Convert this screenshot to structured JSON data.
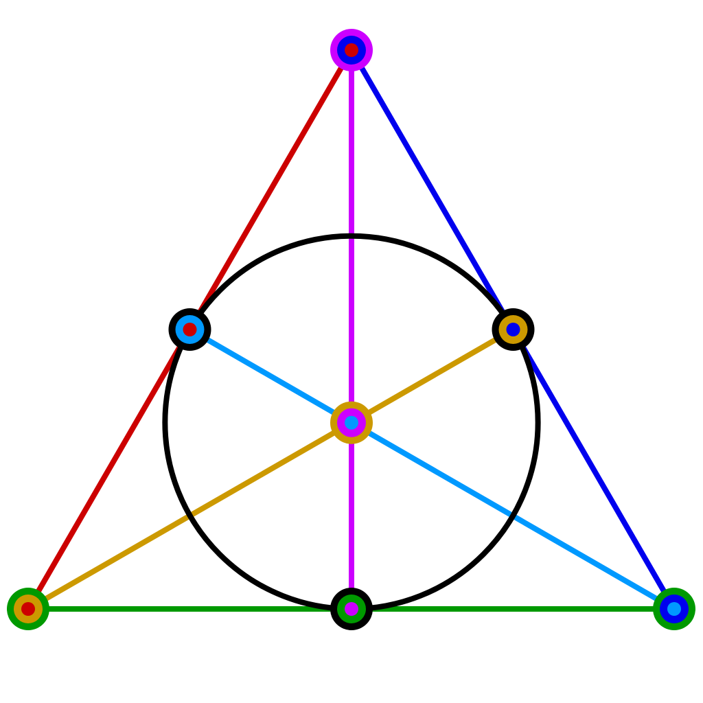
{
  "diagram": {
    "name": "fano-plane",
    "background": "#ffffff",
    "colors": {
      "red": "#cc0000",
      "blue": "#0000ee",
      "green": "#009900",
      "magenta": "#cc00ff",
      "lightblue": "#0099ff",
      "gold": "#cc9900",
      "black": "#000000"
    },
    "points": [
      {
        "id": "apex",
        "ring": "magenta",
        "middle": "blue",
        "center": "red"
      },
      {
        "id": "bottom-left",
        "ring": "green",
        "middle": "gold",
        "center": "red"
      },
      {
        "id": "bottom-right",
        "ring": "green",
        "middle": "blue",
        "center": "lightblue"
      },
      {
        "id": "left-mid",
        "ring": "black",
        "middle": "lightblue",
        "center": "red"
      },
      {
        "id": "right-mid",
        "ring": "black",
        "middle": "gold",
        "center": "blue"
      },
      {
        "id": "bottom-mid",
        "ring": "black",
        "middle": "green",
        "center": "magenta"
      },
      {
        "id": "centroid",
        "ring": "gold",
        "middle": "magenta",
        "center": "lightblue"
      }
    ],
    "lines": [
      {
        "id": "left-side",
        "color": "red",
        "through": [
          "apex",
          "left-mid",
          "bottom-left"
        ]
      },
      {
        "id": "right-side",
        "color": "blue",
        "through": [
          "apex",
          "right-mid",
          "bottom-right"
        ]
      },
      {
        "id": "base",
        "color": "green",
        "through": [
          "bottom-left",
          "bottom-mid",
          "bottom-right"
        ]
      },
      {
        "id": "vertical-median",
        "color": "magenta",
        "through": [
          "apex",
          "centroid",
          "bottom-mid"
        ]
      },
      {
        "id": "median-from-left",
        "color": "gold",
        "through": [
          "bottom-left",
          "centroid",
          "right-mid"
        ]
      },
      {
        "id": "median-from-right",
        "color": "lightblue",
        "through": [
          "bottom-right",
          "centroid",
          "left-mid"
        ]
      }
    ],
    "circle": {
      "id": "inscribed-circle",
      "color": "black",
      "through": [
        "left-mid",
        "right-mid",
        "bottom-mid"
      ]
    }
  }
}
